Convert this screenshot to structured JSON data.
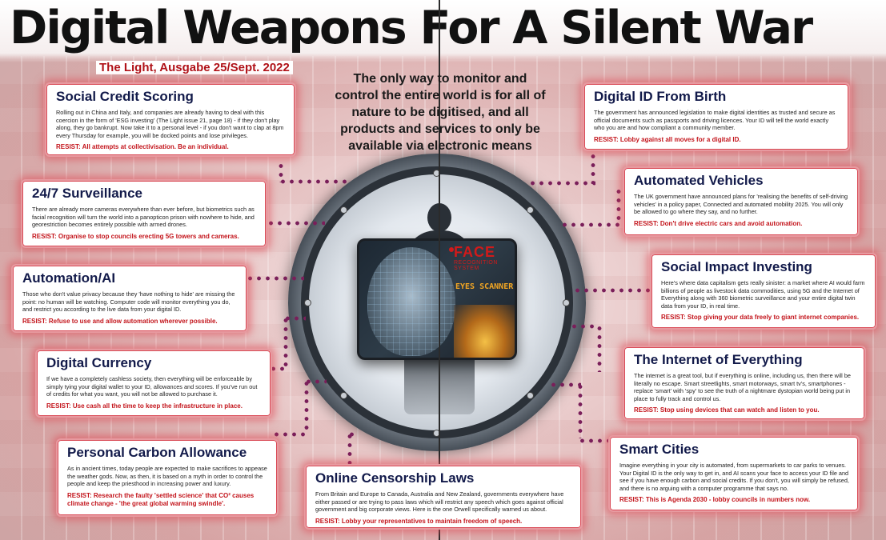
{
  "header": {
    "title": "Digital Weapons For A Silent War",
    "subtitle": "The Light, Ausgabe 25/Sept. 2022"
  },
  "intro": "The only way to monitor and control the entire world is for all of nature to be digitised, and all products and services to only be available via electronic means",
  "scanner": {
    "face_label": "FACE",
    "face_sublabel": "RECOGNITION SYSTEM",
    "eyes_label": "EYES SCANNER"
  },
  "cards": [
    {
      "title": "Social Credit Scoring",
      "body": "Rolling out in China and Italy, and companies are already having to deal with this coercion in the form of 'ESG investing' (The Light issue 21, page 18) - if they don't play along, they go bankrupt. Now take it to a personal level - if you don't want to clap at 8pm every Thursday for example, you will be docked points and lose privileges.",
      "resist": "RESIST: All attempts at collectivisation. Be an individual."
    },
    {
      "title": "24/7 Surveillance",
      "body": "There are already more cameras everywhere than ever before, but biometrics such as facial recognition will turn the world into a panopticon prison with nowhere to hide, and georestriction becomes entirely possible with armed drones.",
      "resist": "RESIST: Organise to stop councils erecting 5G towers and cameras."
    },
    {
      "title": "Automation/AI",
      "body": "Those who don't value privacy because they 'have nothing to hide' are missing the point: no human will be watching. Computer code will monitor everything you do, and restrict you according to the live data from your digital ID.",
      "resist": "RESIST: Refuse to use and allow automation wherever possible."
    },
    {
      "title": "Digital Currency",
      "body": "If we have a completely cashless society, then everything will be enforceable by simply tying your digital wallet to your ID, allowances and scores. If you've run out of credits for what you want, you will not be allowed to purchase it.",
      "resist": "RESIST: Use cash all the time to keep the infrastructure in place."
    },
    {
      "title": "Personal Carbon Allowance",
      "body": "As in ancient times, today people are expected to make sacrifices to appease the weather gods. Now, as then, it is based on a myth in order to control the people and keep the priesthood in increasing power and luxury.",
      "resist": "RESIST: Research the faulty 'settled science' that CO² causes climate change - 'the great global warming swindle'."
    },
    {
      "title": "Online Censorship Laws",
      "body": "From Britain and Europe to Canada, Australia and New Zealand, governments everywhere have either passed or are trying to pass laws which will restrict any speech which goes against official government and big corporate views. Here is the one Orwell specifically warned us about.",
      "resist": "RESIST: Lobby your representatives to maintain freedom of speech."
    },
    {
      "title": "Digital ID From Birth",
      "body": "The government has announced legislation to make digital identities as trusted and secure as official documents such as passports and driving licences. Your ID will tell the world exactly who you are and how compliant a community member.",
      "resist": "RESIST: Lobby against all moves for a digital ID."
    },
    {
      "title": "Automated Vehicles",
      "body": "The UK government have announced plans for 'realising the benefits of self-driving vehicles' in a policy paper, Connected and automated mobility 2025. You will only be allowed to go where they say, and no further.",
      "resist": "RESIST: Don't drive electric cars and avoid automation."
    },
    {
      "title": "Social Impact Investing",
      "body": "Here's where data capitalism gets really sinister: a market where AI would farm billions of people as livestock data commodities, using 5G and the Internet of Everything along with 360 biometric surveillance and your entire digital twin data from your ID, in real time.",
      "resist": "RESIST: Stop giving your data freely to giant internet companies."
    },
    {
      "title": "The Internet of Everything",
      "body": "The internet is a great tool, but if everything is online, including us, then there will be literally no escape. Smart streetlights, smart motorways, smart tv's, smartphones - replace 'smart' with 'spy' to see the truth of a nightmare dystopian world being put in place to fully track and control us.",
      "resist": "RESIST: Stop using devices that can watch and listen to you."
    },
    {
      "title": "Smart Cities",
      "body": "Imagine everything in your city is automated, from supermarkets to car parks to venues. Your Digital ID is the only way to get in, and AI scans your face to access your ID file and see if you have enough carbon and social credits. If you don't, you will simply be refused, and there is no arguing with a computer programme that says no.",
      "resist": "RESIST: This is Agenda 2030 - lobby councils in numbers now."
    }
  ]
}
